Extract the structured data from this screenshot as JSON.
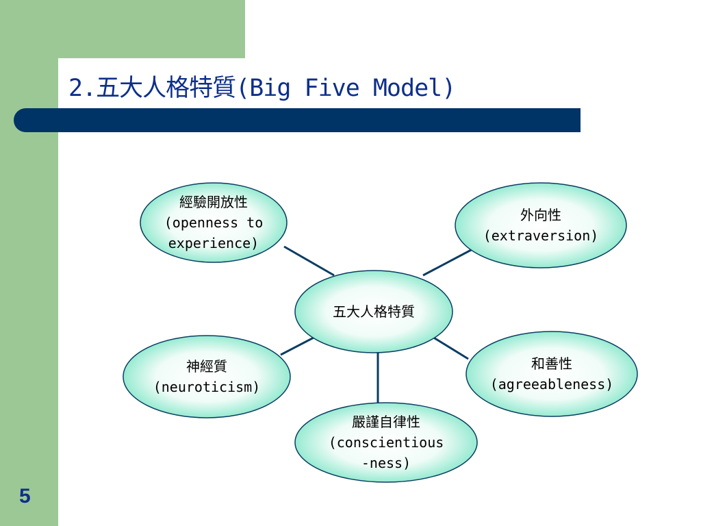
{
  "slide": {
    "title": "2.五大人格特質(Big Five Model)",
    "page_number": "5"
  },
  "diagram": {
    "center": {
      "label": "五大人格特質"
    },
    "nodes": {
      "openness": {
        "line1": "經驗開放性",
        "line2": "(openness to",
        "line3": "experience)"
      },
      "extraversion": {
        "line1": "外向性",
        "line2": "(extraversion)"
      },
      "neuroticism": {
        "line1": "神經質",
        "line2": "(neuroticism)"
      },
      "agreeableness": {
        "line1": "和善性",
        "line2": "(agreeableness)"
      },
      "conscientiousness": {
        "line1": "嚴謹自律性",
        "line2": "(conscientious",
        "line3": "-ness)"
      }
    },
    "colors": {
      "ellipse_fill_center": "#ffffff",
      "ellipse_fill_edge": "#7fe8c8",
      "connector": "#0a3d62",
      "title": "#0d2f8a"
    }
  }
}
